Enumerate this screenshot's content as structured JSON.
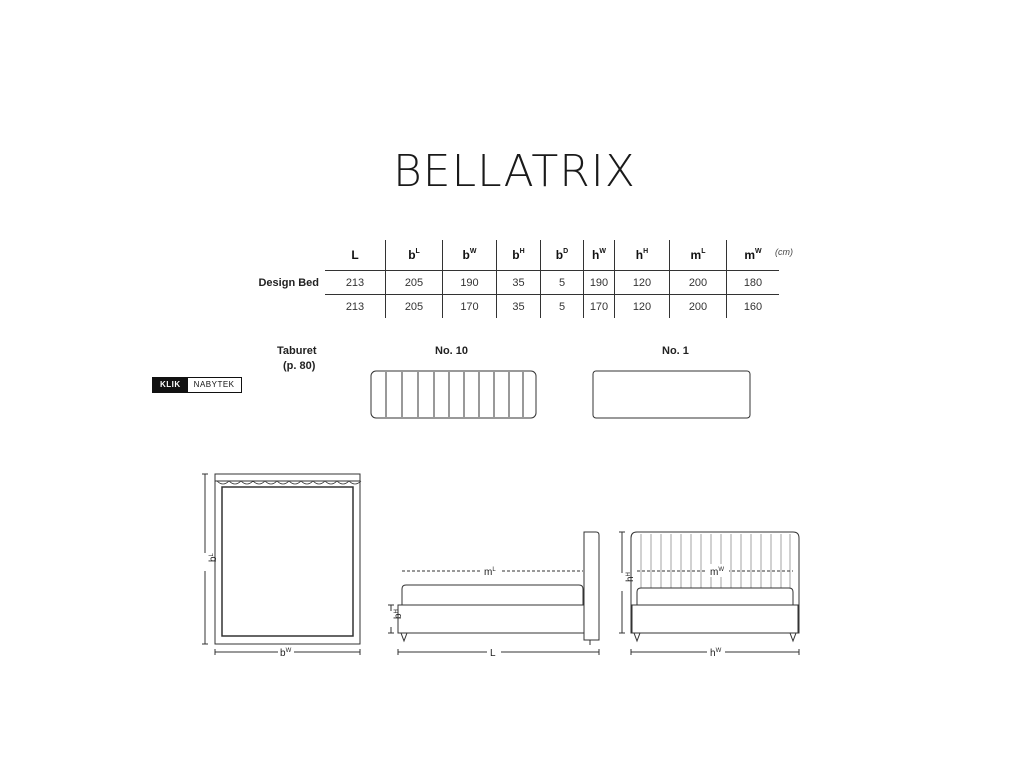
{
  "title": "BELLATRIX",
  "table": {
    "headers": [
      {
        "base": "L",
        "sup": ""
      },
      {
        "base": "b",
        "sup": "L"
      },
      {
        "base": "b",
        "sup": "W"
      },
      {
        "base": "b",
        "sup": "H"
      },
      {
        "base": "b",
        "sup": "D"
      },
      {
        "base": "h",
        "sup": "W"
      },
      {
        "base": "h",
        "sup": "H"
      },
      {
        "base": "m",
        "sup": "L"
      },
      {
        "base": "m",
        "sup": "W"
      }
    ],
    "unit": "(cm)",
    "rows": [
      {
        "label": "Design Bed",
        "values": [
          "213",
          "205",
          "190",
          "35",
          "5",
          "190",
          "120",
          "200",
          "180"
        ]
      },
      {
        "label": "",
        "values": [
          "213",
          "205",
          "170",
          "35",
          "5",
          "170",
          "120",
          "200",
          "160"
        ]
      }
    ]
  },
  "taburet": {
    "label_line1": "Taburet",
    "label_line2": "(p. 80)",
    "variant_a": "No. 10",
    "variant_b": "No. 1"
  },
  "logo": {
    "part1": "KLIK",
    "part2": "NABYTEK"
  },
  "diagram_labels": {
    "top_length": "b",
    "top_length_sup": "L",
    "top_width": "b",
    "top_width_sup": "W",
    "side_mattress": "m",
    "side_mattress_sup": "L",
    "side_height": "b",
    "side_height_sup": "H",
    "side_length": "L",
    "front_head_height": "h",
    "front_head_height_sup": "H",
    "front_mattress": "m",
    "front_mattress_sup": "W",
    "front_width": "h",
    "front_width_sup": "W"
  }
}
